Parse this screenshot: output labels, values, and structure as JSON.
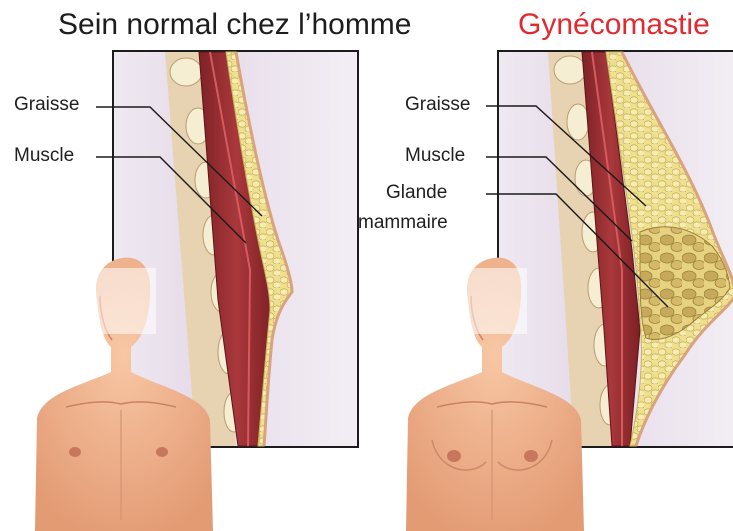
{
  "panels": {
    "normal": {
      "title": "Sein normal chez l’homme",
      "labels": {
        "fat": "Graisse",
        "muscle": "Muscle"
      }
    },
    "gynecomastia": {
      "title": "Gynécomastie",
      "labels": {
        "fat": "Graisse",
        "muscle": "Muscle",
        "gland_line1": "Glande",
        "gland_line2": "mammaire"
      }
    }
  },
  "colors": {
    "title_normal": "#1d1d1d",
    "title_gynecomastia": "#e02a2f",
    "panel_background": "#e9e2ec",
    "muscle": "#9c2f33",
    "fat": "#ecdb86",
    "gland": "#cdb36a",
    "bone": "#f5edcf",
    "skin": "#f0b38e"
  }
}
